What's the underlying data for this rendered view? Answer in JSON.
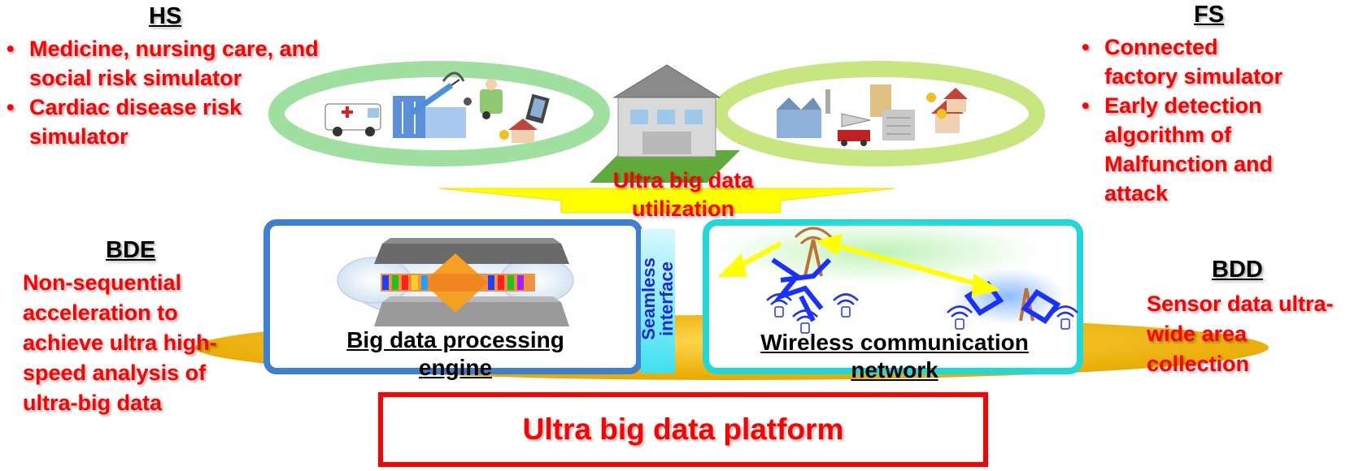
{
  "hs": {
    "heading": "HS",
    "items": [
      "Medicine, nursing care, and social risk simulator",
      "Cardiac disease risk simulator"
    ]
  },
  "fs": {
    "heading": "FS",
    "items": [
      "Connected factory simulator",
      "Early detection algorithm of Malfunction and attack"
    ]
  },
  "bde": {
    "heading": "BDE",
    "text": "Non-sequential acceleration to achieve ultra high-speed analysis of ultra-big data"
  },
  "bdd": {
    "heading": "BDD",
    "text": "Sensor data ultra-wide area collection"
  },
  "center": {
    "utilization": "Ultra big data utilization",
    "engine": "Big data processing engine",
    "interface": "Seamless interface",
    "network": "Wireless communication network",
    "platform": "Ultra big data platform"
  },
  "colors": {
    "accent": "#ff0000",
    "engine_border": "#3f7fd0",
    "network_border": "#20d8d8",
    "platform_border": "#ff0000",
    "disc": "#f0b800",
    "arrow": "#ffff00",
    "left_ring": "#9fe0a0",
    "right_ring": "#c8e680",
    "interface_text": "#1a2ad8"
  },
  "icons": [
    "ambulance-icon",
    "hospital-icon",
    "syringe-icon",
    "stethoscope-icon",
    "nursing-care-icon",
    "tablet-icon",
    "house-icon",
    "factory-icon",
    "airplane-icon",
    "truck-icon",
    "apartment-icon",
    "cloud-icon",
    "antenna-icon",
    "wifi-icon"
  ]
}
